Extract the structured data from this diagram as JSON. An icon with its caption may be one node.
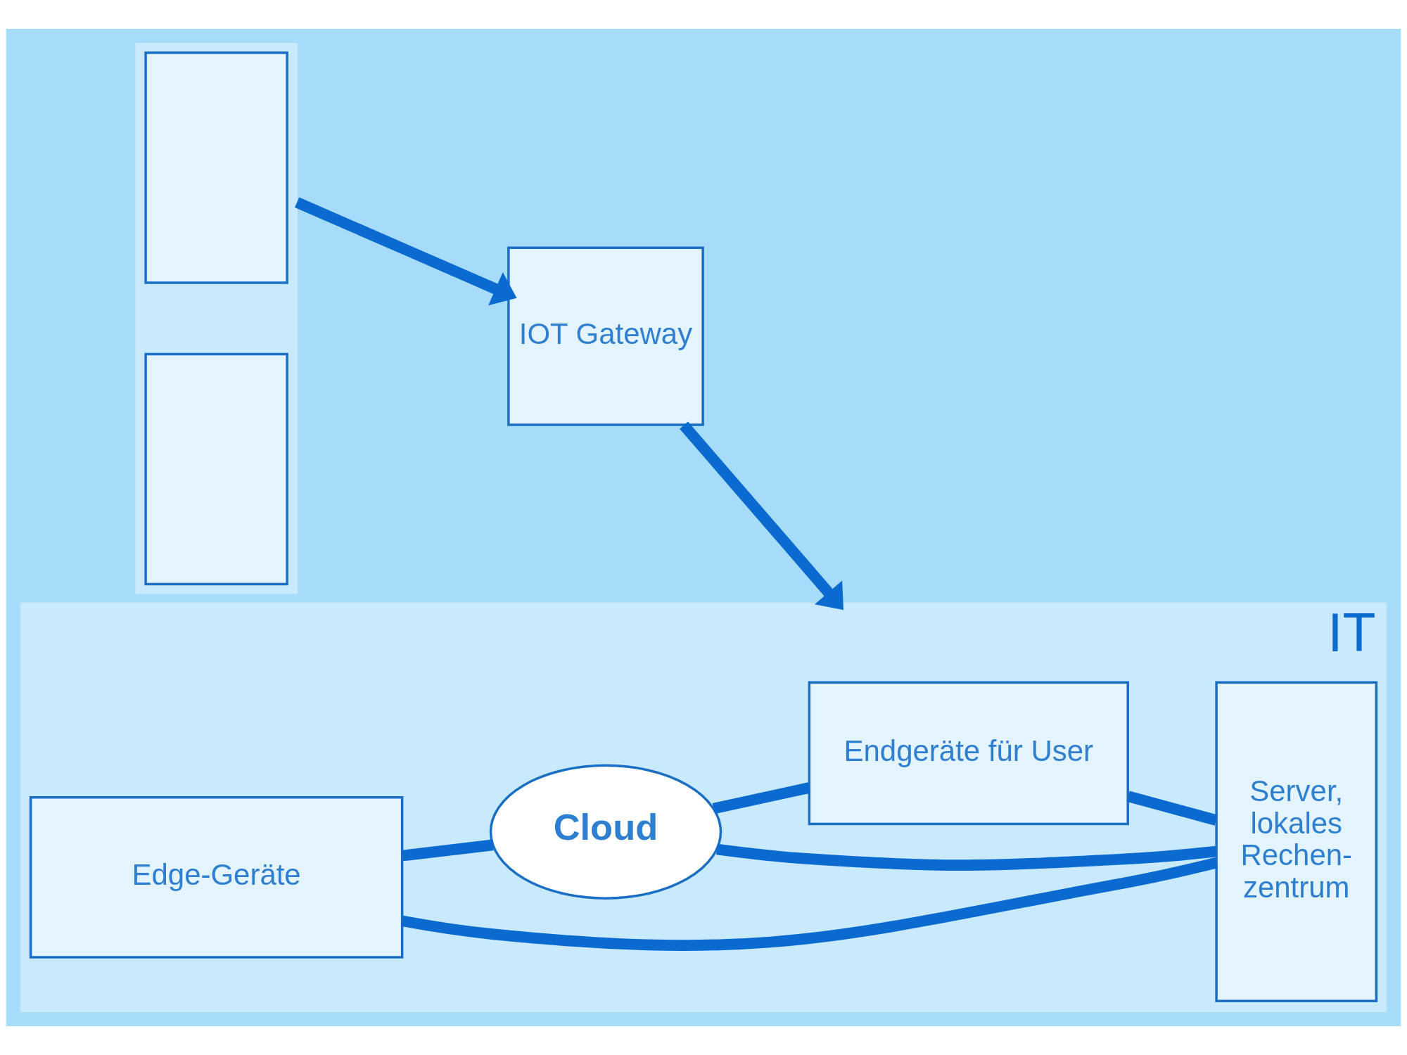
{
  "diagram": {
    "nodes": [
      {
        "text": [],
        "shape": "box"
      },
      {
        "text": [],
        "shape": "box",
        "in": 0
      },
      {
        "text": [],
        "shape": "box",
        "in": 0
      },
      {
        "text": [
          "IT"
        ]
      },
      {
        "text": [
          "Edge-Geräte"
        ],
        "in": 3
      },
      {
        "text": [
          "Cloud"
        ],
        "in": 3
      },
      {
        "text": [
          "Server, lokales Rechen- zentrum"
        ],
        "in": 3
      },
      {
        "text": [
          "IOT Gateway"
        ]
      },
      {
        "text": [
          "Endgeräte für User"
        ],
        "in": 3
      }
    ],
    "edges": [
      {
        "from": 0,
        "to": 7,
        "arrow": "to"
      },
      {
        "from": 7,
        "to": 3,
        "arrow": "to"
      },
      {
        "from": 4,
        "to": 5,
        "arrow": "none"
      },
      {
        "from": 5,
        "to": 6,
        "arrow": "none"
      },
      {
        "from": 4,
        "to": 6,
        "arrow": "none"
      },
      {
        "from": 5,
        "to": 8,
        "arrow": "none"
      },
      {
        "from": 8,
        "to": 6,
        "arrow": "none"
      }
    ]
  }
}
